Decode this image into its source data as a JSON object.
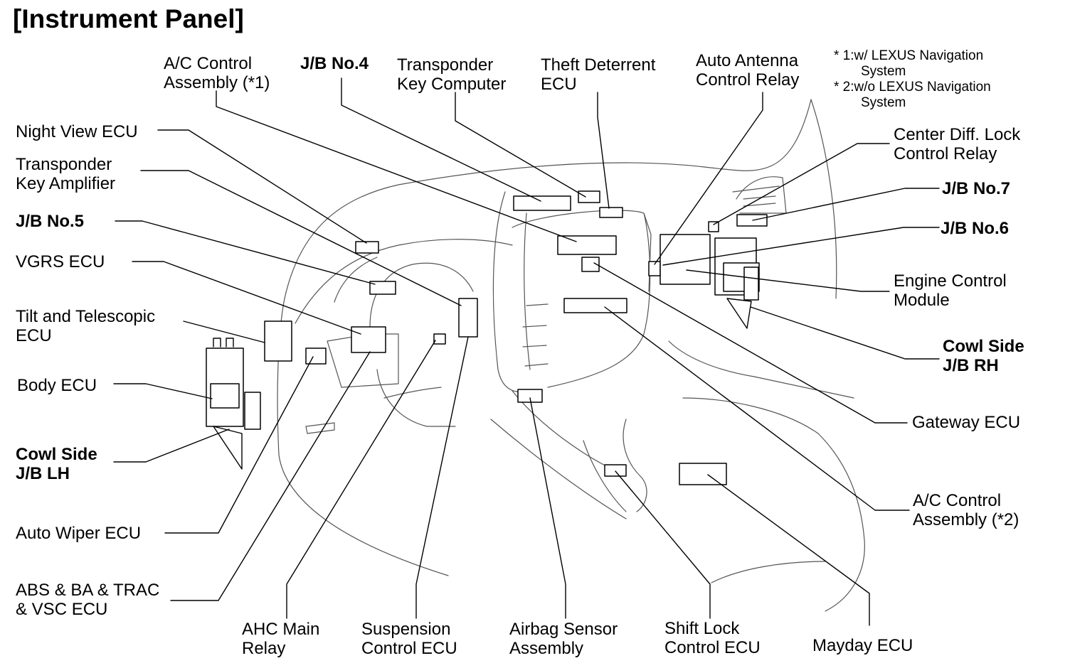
{
  "title": "[Instrument Panel]",
  "notes": [
    {
      "line1": "* 1:w/ LEXUS Navigation",
      "line2": "System"
    },
    {
      "line1": "* 2:w/o LEXUS Navigation",
      "line2": "System"
    }
  ],
  "labels": {
    "ac_control_1": [
      "A/C Control",
      "Assembly (*1)"
    ],
    "jb_no4": [
      "J/B No.4"
    ],
    "transponder_key_computer": [
      "Transponder",
      "Key Computer"
    ],
    "theft_deterrent_ecu": [
      "Theft Deterrent",
      "ECU"
    ],
    "auto_antenna_relay": [
      "Auto Antenna",
      "Control Relay"
    ],
    "night_view_ecu": [
      "Night View ECU"
    ],
    "transponder_key_amplifier": [
      "Transponder",
      "Key Amplifier"
    ],
    "jb_no5": [
      "J/B No.5"
    ],
    "vgrs_ecu": [
      "VGRS ECU"
    ],
    "tilt_telescopic_ecu": [
      "Tilt and Telescopic",
      "ECU"
    ],
    "body_ecu": [
      "Body ECU"
    ],
    "cowl_side_jb_lh": [
      "Cowl Side",
      "J/B LH"
    ],
    "auto_wiper_ecu": [
      "Auto Wiper ECU"
    ],
    "abs_ecu": [
      "ABS & BA & TRAC",
      "& VSC ECU"
    ],
    "ahc_main_relay": [
      "AHC Main",
      "Relay"
    ],
    "suspension_control_ecu": [
      "Suspension",
      "Control ECU"
    ],
    "airbag_sensor_assembly": [
      "Airbag Sensor",
      "Assembly"
    ],
    "shift_lock_control_ecu": [
      "Shift Lock",
      "Control ECU"
    ],
    "mayday_ecu": [
      "Mayday ECU"
    ],
    "center_diff_lock_relay": [
      "Center Diff. Lock",
      "Control Relay"
    ],
    "jb_no7": [
      "J/B No.7"
    ],
    "jb_no6": [
      "J/B No.6"
    ],
    "engine_control_module": [
      "Engine Control",
      "Module"
    ],
    "cowl_side_jb_rh": [
      "Cowl Side",
      "J/B RH"
    ],
    "gateway_ecu": [
      "Gateway ECU"
    ],
    "ac_control_2": [
      "A/C Control",
      "Assembly (*2)"
    ]
  }
}
